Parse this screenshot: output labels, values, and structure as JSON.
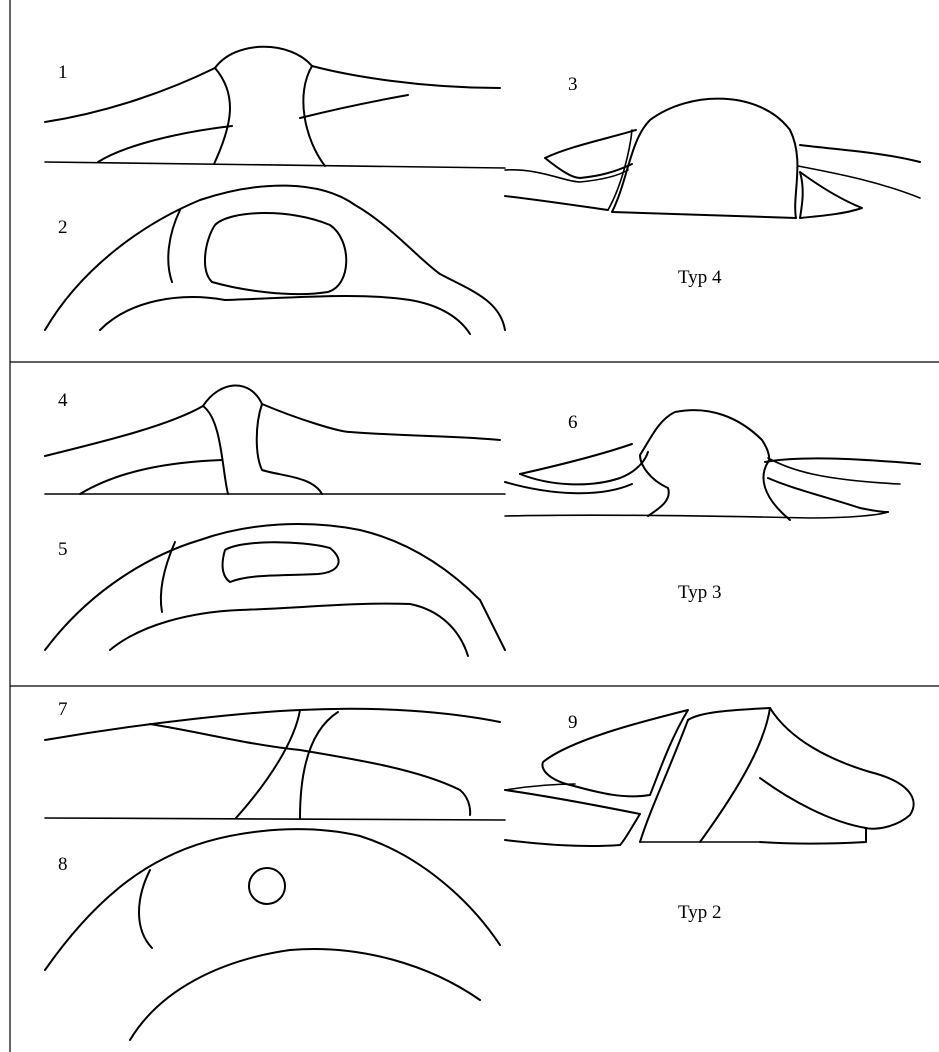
{
  "figure_numbers": [
    "1",
    "2",
    "3",
    "4",
    "5",
    "6",
    "7",
    "8",
    "9"
  ],
  "type_labels": [
    "Typ 4",
    "Typ 3",
    "Typ 2"
  ]
}
